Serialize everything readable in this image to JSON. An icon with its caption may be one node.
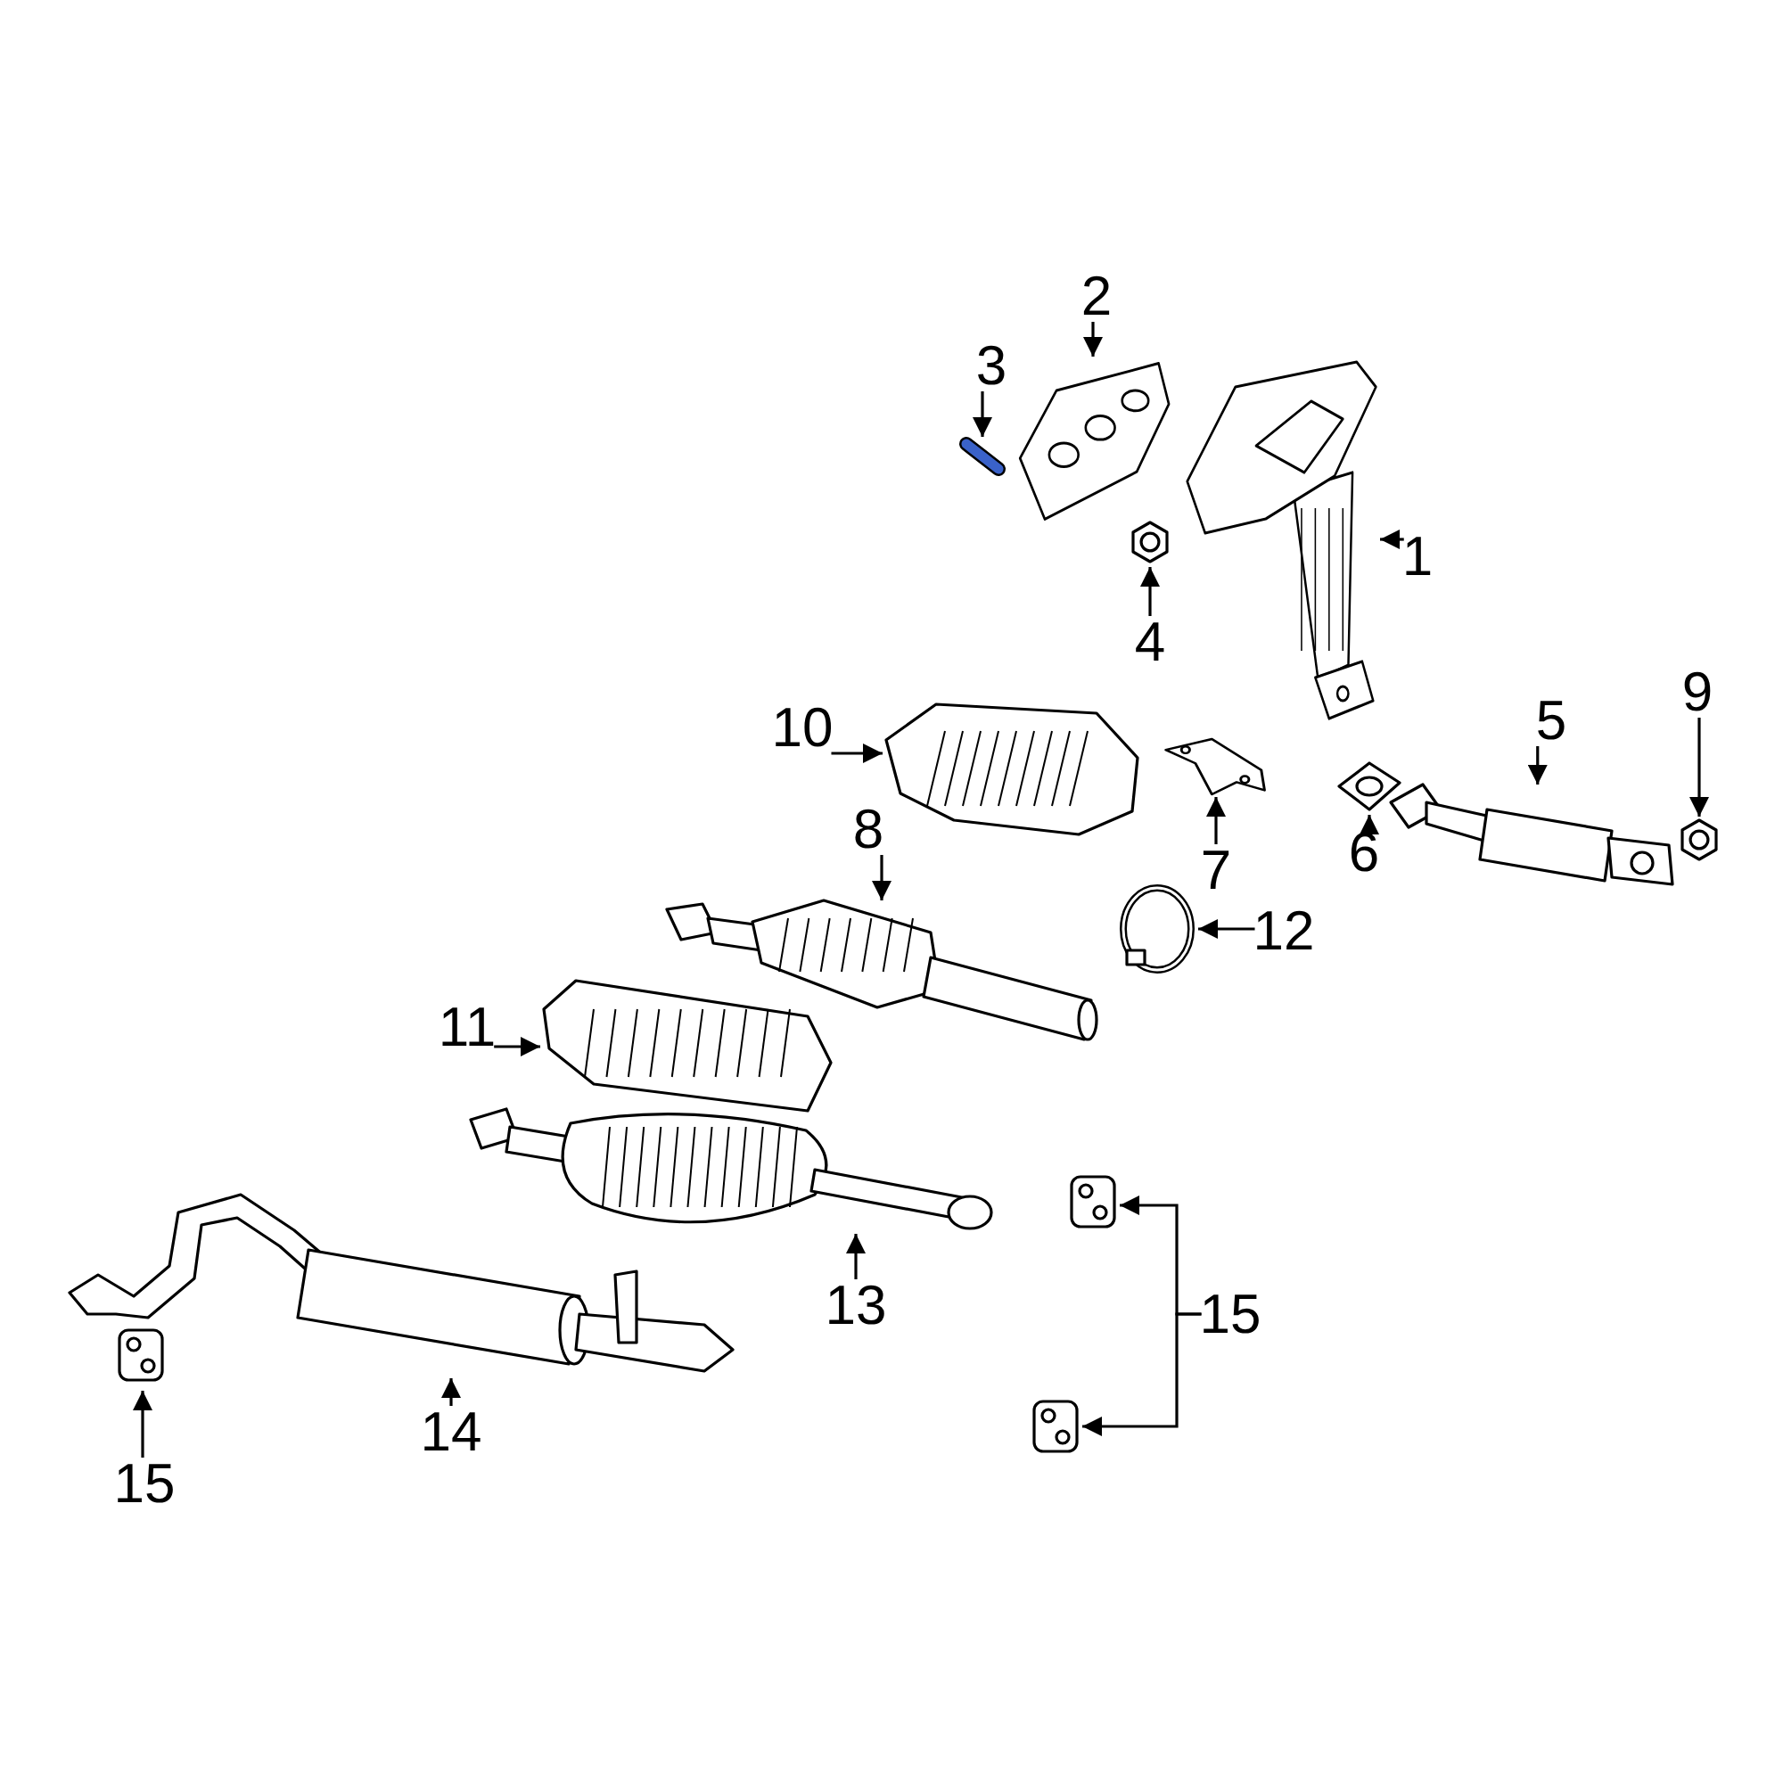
{
  "diagram": {
    "nodes": [
      {
        "text": [],
        "shape": "picture"
      },
      {
        "text": [],
        "shape": "picture"
      },
      {
        "text": [],
        "shape": "picture"
      },
      {
        "text": [],
        "shape": "picture"
      },
      {
        "text": [],
        "shape": "picture"
      },
      {
        "text": [],
        "shape": "picture"
      },
      {
        "text": [],
        "shape": "picture"
      },
      {
        "text": [],
        "shape": "picture"
      },
      {
        "text": [],
        "shape": "picture"
      },
      {
        "text": [],
        "shape": "picture"
      },
      {
        "text": [],
        "shape": "picture"
      },
      {
        "text": [],
        "shape": "picture"
      },
      {
        "text": [],
        "shape": "picture"
      },
      {
        "text": [],
        "shape": "picture"
      },
      {
        "text": [],
        "shape": "picture"
      },
      {
        "text": [],
        "shape": "picture"
      },
      {
        "text": [],
        "shape": "picture"
      },
      {
        "text": [
          "1"
        ]
      },
      {
        "text": [
          "2"
        ]
      },
      {
        "text": [
          "3"
        ]
      },
      {
        "text": [
          "4"
        ]
      },
      {
        "text": [
          "5"
        ]
      },
      {
        "text": [
          "6"
        ]
      },
      {
        "text": [
          "7"
        ]
      },
      {
        "text": [
          "8"
        ]
      },
      {
        "text": [
          "9"
        ]
      },
      {
        "text": [
          "10"
        ]
      },
      {
        "text": [
          "11"
        ]
      },
      {
        "text": [
          "12"
        ]
      },
      {
        "text": [
          "13"
        ]
      },
      {
        "text": [
          "14"
        ]
      },
      {
        "text": [
          "15"
        ]
      },
      {
        "text": [
          "15"
        ]
      }
    ],
    "edges": [
      {
        "from": 17,
        "to": 2,
        "arrow": "to"
      },
      {
        "from": 18,
        "to": 1,
        "arrow": "to"
      },
      {
        "from": 19,
        "to": 0,
        "arrow": "to"
      },
      {
        "from": 20,
        "to": 3,
        "arrow": "to"
      },
      {
        "from": 21,
        "to": 6,
        "arrow": "to"
      },
      {
        "from": 22,
        "to": 5,
        "arrow": "to"
      },
      {
        "from": 23,
        "to": 4,
        "arrow": "to"
      },
      {
        "from": 24,
        "to": 9,
        "arrow": "to"
      },
      {
        "from": 25,
        "to": 7,
        "arrow": "to"
      },
      {
        "from": 26,
        "to": 8,
        "arrow": "to"
      },
      {
        "from": 27,
        "to": 11,
        "arrow": "to"
      },
      {
        "from": 28,
        "to": 10,
        "arrow": "to"
      },
      {
        "from": 29,
        "to": 12,
        "arrow": "to"
      },
      {
        "from": 30,
        "to": 14,
        "arrow": "to"
      },
      {
        "from": 31,
        "to": 15,
        "arrow": "to"
      },
      {
        "from": 32,
        "to": 13,
        "arrow": "to"
      },
      {
        "from": 32,
        "to": 16,
        "arrow": "to"
      }
    ]
  }
}
